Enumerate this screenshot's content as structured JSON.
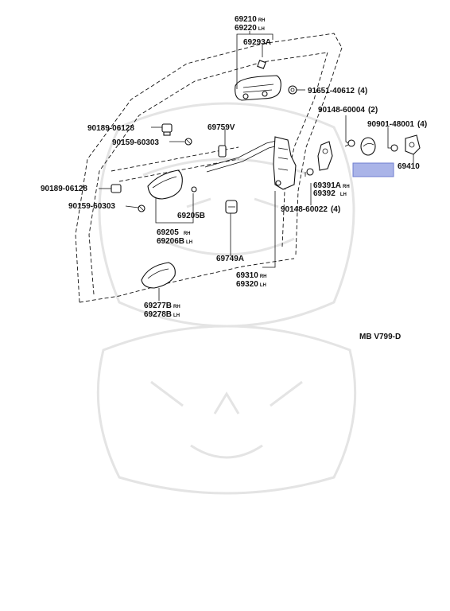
{
  "labels": {
    "p69210": "69210",
    "p69220": "69220",
    "p69293A": "69293A",
    "p91651": "91651-40612",
    "q4a": "(4)",
    "p90148a": "90148-60004",
    "q2": "(2)",
    "p90189a": "90189-06128",
    "p90159a": "90159-60303",
    "p69759V": "69759V",
    "p90901": "90901-48001",
    "q4b": "(4)",
    "p69410": "69410",
    "p90189b": "90189-06128",
    "p90159b": "90159-60303",
    "p69205B": "69205B",
    "p69391A": "69391A",
    "p69392": "69392",
    "p90148b": "90148-60022",
    "q4c": "(4)",
    "p69205": "69205",
    "p69206B": "69206B",
    "p69749A": "69749A",
    "p69310": "69310",
    "p69320": "69320",
    "p69277B": "69277B",
    "p69278B": "69278B",
    "ref": "MB V799-D"
  },
  "side_marks": {
    "rh": "RH",
    "lh": "LH"
  },
  "highlight": {
    "color": "#aab4e8",
    "border": "#6f7ecf"
  }
}
